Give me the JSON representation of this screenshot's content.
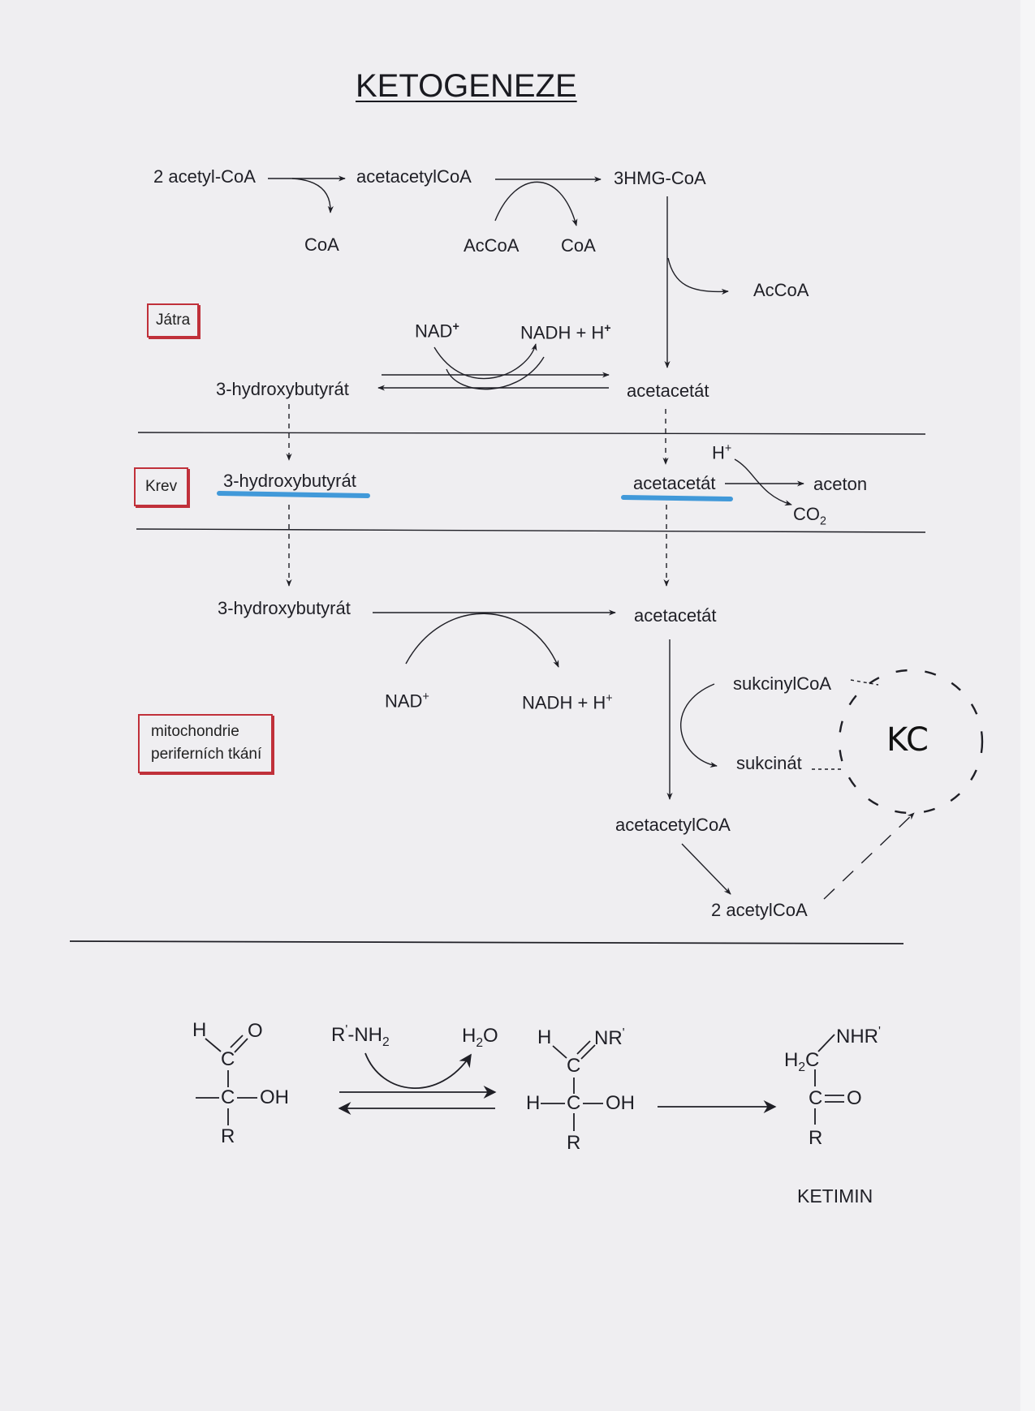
{
  "title": "KETOGENEZE",
  "compartments": {
    "liver": "Játra",
    "blood": "Krev",
    "mitochondria_line1": "mitochondrie",
    "mitochondria_line2": "periferních tkání"
  },
  "liver": {
    "acetylcoa_2": "2 acetyl-CoA",
    "acetacetylcoa": "acetacetylCoA",
    "hmgcoa": "3HMG-CoA",
    "coa_1": "CoA",
    "accoa_in": "AcCoA",
    "coa_2": "CoA",
    "accoa_out": "AcCoA",
    "nad": "NAD",
    "nad_charge": "+",
    "nadh": "NADH + H",
    "nadh_charge": "+",
    "hydroxybutyrate": "3-hydroxybutyrát",
    "acetoacetate": "acetacetát"
  },
  "blood": {
    "hydroxybutyrate": "3-hydroxybutyrát",
    "acetoacetate": "acetacetát",
    "h": "H",
    "h_charge": "+",
    "acetone": "aceton",
    "co2_main": "CO",
    "co2_sub": "2"
  },
  "mito": {
    "hydroxybutyrate": "3-hydroxybutyrát",
    "acetoacetate": "acetacetát",
    "nad": "NAD",
    "nad_charge": "+",
    "nadh": "NADH + H",
    "nadh_charge": "+",
    "succinylcoa": "sukcinylCoA",
    "succinate": "sukcinát",
    "kc": "KC",
    "acetacetylcoa": "acetacetylCoA",
    "acetylcoa_2": "2 acetylCoA"
  },
  "reaction": {
    "s1_h": "H",
    "s1_o": "O",
    "s1_c1": "C",
    "s1_c2": "C",
    "s1_oh": "OH",
    "s1_r": "R",
    "amine_r": "R",
    "amine_prime": "'",
    "amine_nh": "-NH",
    "amine_sub": "2",
    "water_h": "H",
    "water_sub": "2",
    "water_o": "O",
    "s2_h": "H",
    "s2_nr": "NR",
    "s2_prime": "'",
    "s2_c1": "C",
    "s2_h2": "H",
    "s2_c2": "C",
    "s2_oh": "OH",
    "s2_r": "R",
    "s3_nhr": "NHR",
    "s3_prime": "'",
    "s3_h2": "H",
    "s3_h2sub": "2",
    "s3_c1": "C",
    "s3_c2": "C",
    "s3_o": "O",
    "s3_r": "R",
    "product": "KETIMIN"
  },
  "colors": {
    "ink": "#1f1f26",
    "compartment_box": "#c0303a",
    "highlight": "#2d8fd6",
    "paper": "#efeef1"
  }
}
